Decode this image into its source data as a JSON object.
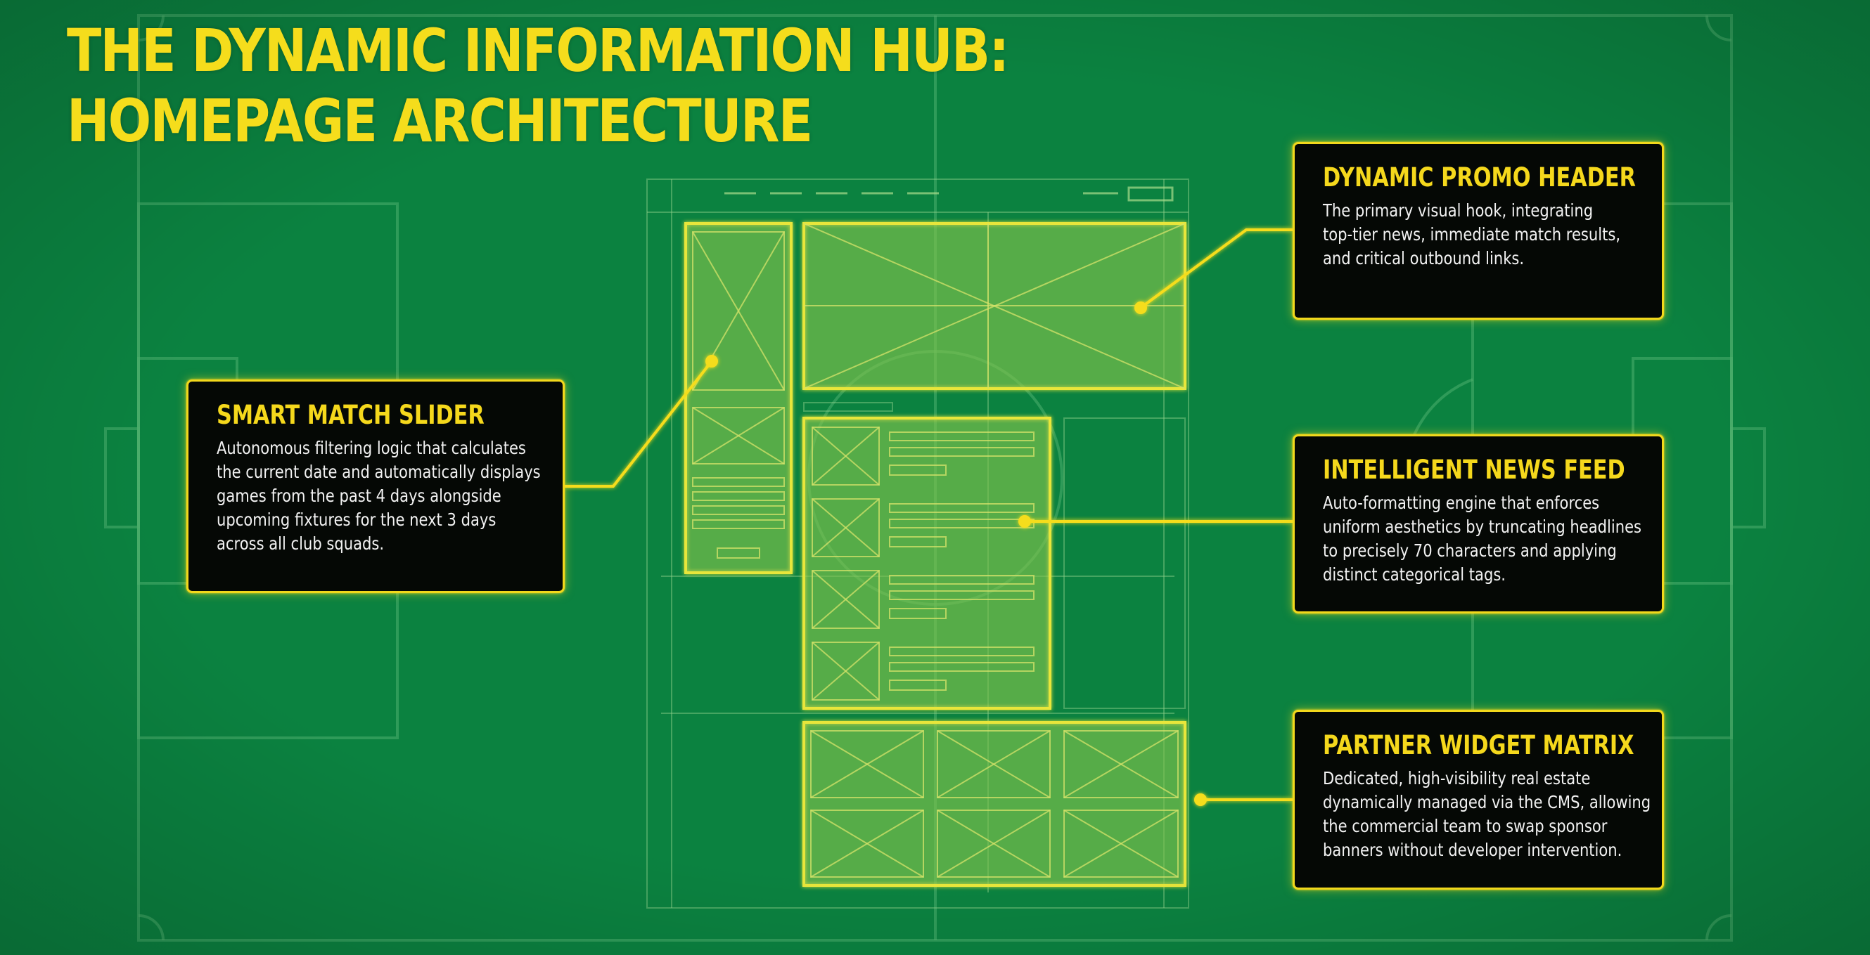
{
  "title": {
    "line1": "THE DYNAMIC INFORMATION HUB:",
    "line2": "HOMEPAGE ARCHITECTURE"
  },
  "colors": {
    "background": "#0b8240",
    "accent_yellow": "#f5dd1c",
    "card_background": "#050805",
    "card_text": "#f2f2f2"
  },
  "callouts": {
    "promo_header": {
      "title": "DYNAMIC PROMO HEADER",
      "lines": [
        "The primary visual hook, integrating",
        "top-tier news, immediate match results,",
        "and critical outbound links."
      ]
    },
    "match_slider": {
      "title": "SMART MATCH SLIDER",
      "lines": [
        "Autonomous filtering logic that calculates",
        "the current date and automatically displays",
        "games from the past 4 days alongside",
        "upcoming fixtures for the next 3 days",
        "across all club squads."
      ]
    },
    "news_feed": {
      "title": "INTELLIGENT NEWS FEED",
      "lines": [
        "Auto-formatting engine that enforces",
        "uniform aesthetics by truncating headlines",
        "to precisely 70 characters and applying",
        "distinct categorical tags."
      ]
    },
    "partner_matrix": {
      "title": "PARTNER WIDGET MATRIX",
      "lines": [
        "Dedicated, high-visibility real estate",
        "dynamically managed via the CMS, allowing",
        "the commercial team to swap sponsor",
        "banners without developer intervention."
      ]
    }
  }
}
